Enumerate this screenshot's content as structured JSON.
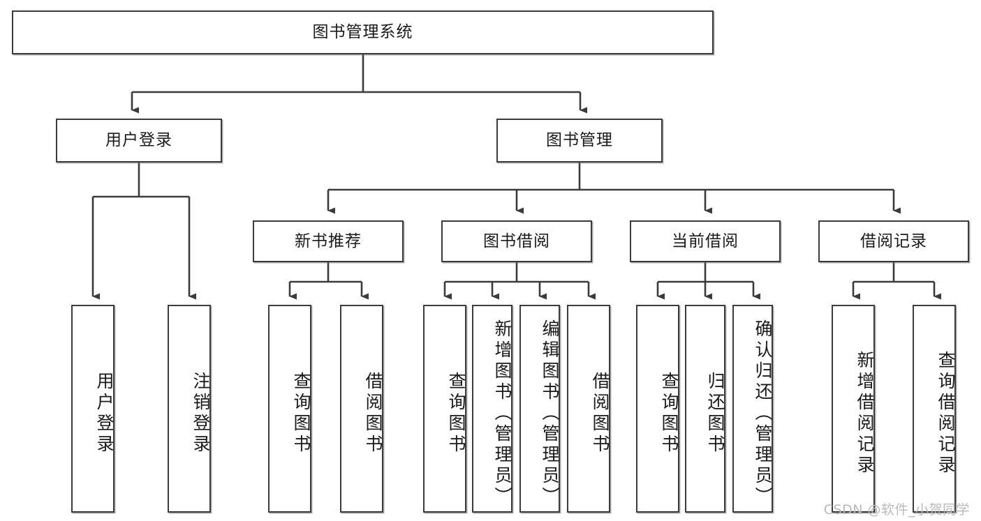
{
  "diagram": {
    "title": "图书管理系统",
    "type": "hierarchy-tree",
    "root": {
      "id": "root",
      "label": "图书管理系统",
      "orientation": "horizontal"
    },
    "level2": [
      {
        "id": "user-login",
        "label": "用户登录",
        "orientation": "horizontal"
      },
      {
        "id": "book-manage",
        "label": "图书管理",
        "orientation": "horizontal"
      }
    ],
    "level3": [
      {
        "id": "new-book-rec",
        "label": "新书推荐",
        "orientation": "horizontal",
        "parent": "book-manage"
      },
      {
        "id": "book-borrow",
        "label": "图书借阅",
        "orientation": "horizontal",
        "parent": "book-manage"
      },
      {
        "id": "current-borrow",
        "label": "当前借阅",
        "orientation": "horizontal",
        "parent": "book-manage"
      },
      {
        "id": "borrow-record",
        "label": "借阅记录",
        "orientation": "horizontal",
        "parent": "book-manage"
      }
    ],
    "leaves": [
      {
        "id": "leaf-user-login",
        "label": "用户登录",
        "parent": "user-login",
        "orientation": "vertical"
      },
      {
        "id": "leaf-logout",
        "label": "注销登录",
        "parent": "user-login",
        "orientation": "vertical"
      },
      {
        "id": "leaf-query-book-1",
        "label": "查询图书",
        "parent": "new-book-rec",
        "orientation": "vertical"
      },
      {
        "id": "leaf-borrow-book-1",
        "label": "借阅图书",
        "parent": "new-book-rec",
        "orientation": "vertical"
      },
      {
        "id": "leaf-query-book-2",
        "label": "查询图书",
        "parent": "book-borrow",
        "orientation": "vertical"
      },
      {
        "id": "leaf-add-book",
        "label": "新增图书（管理员）",
        "parent": "book-borrow",
        "orientation": "vertical"
      },
      {
        "id": "leaf-edit-book",
        "label": "编辑图书（管理员）",
        "parent": "book-borrow",
        "orientation": "vertical"
      },
      {
        "id": "leaf-borrow-book-2",
        "label": "借阅图书",
        "parent": "book-borrow",
        "orientation": "vertical"
      },
      {
        "id": "leaf-query-book-3",
        "label": "查询图书",
        "parent": "current-borrow",
        "orientation": "vertical"
      },
      {
        "id": "leaf-return-book",
        "label": "归还图书",
        "parent": "current-borrow",
        "orientation": "vertical"
      },
      {
        "id": "leaf-confirm-return",
        "label": "确认归还（管理员）",
        "parent": "current-borrow",
        "orientation": "vertical"
      },
      {
        "id": "leaf-add-record",
        "label": "新增借阅记录",
        "parent": "borrow-record",
        "orientation": "vertical"
      },
      {
        "id": "leaf-query-record",
        "label": "查询借阅记录",
        "parent": "borrow-record",
        "orientation": "vertical"
      }
    ]
  },
  "watermark": {
    "text": "CSDN @软件_小贺同学"
  },
  "colors": {
    "box_border": "#3b3b3b",
    "box_fill": "#ffffff",
    "connector": "#3b3b3b",
    "text": "#1a1a1a",
    "watermark": "#b9b9b9",
    "background": "#ffffff"
  }
}
